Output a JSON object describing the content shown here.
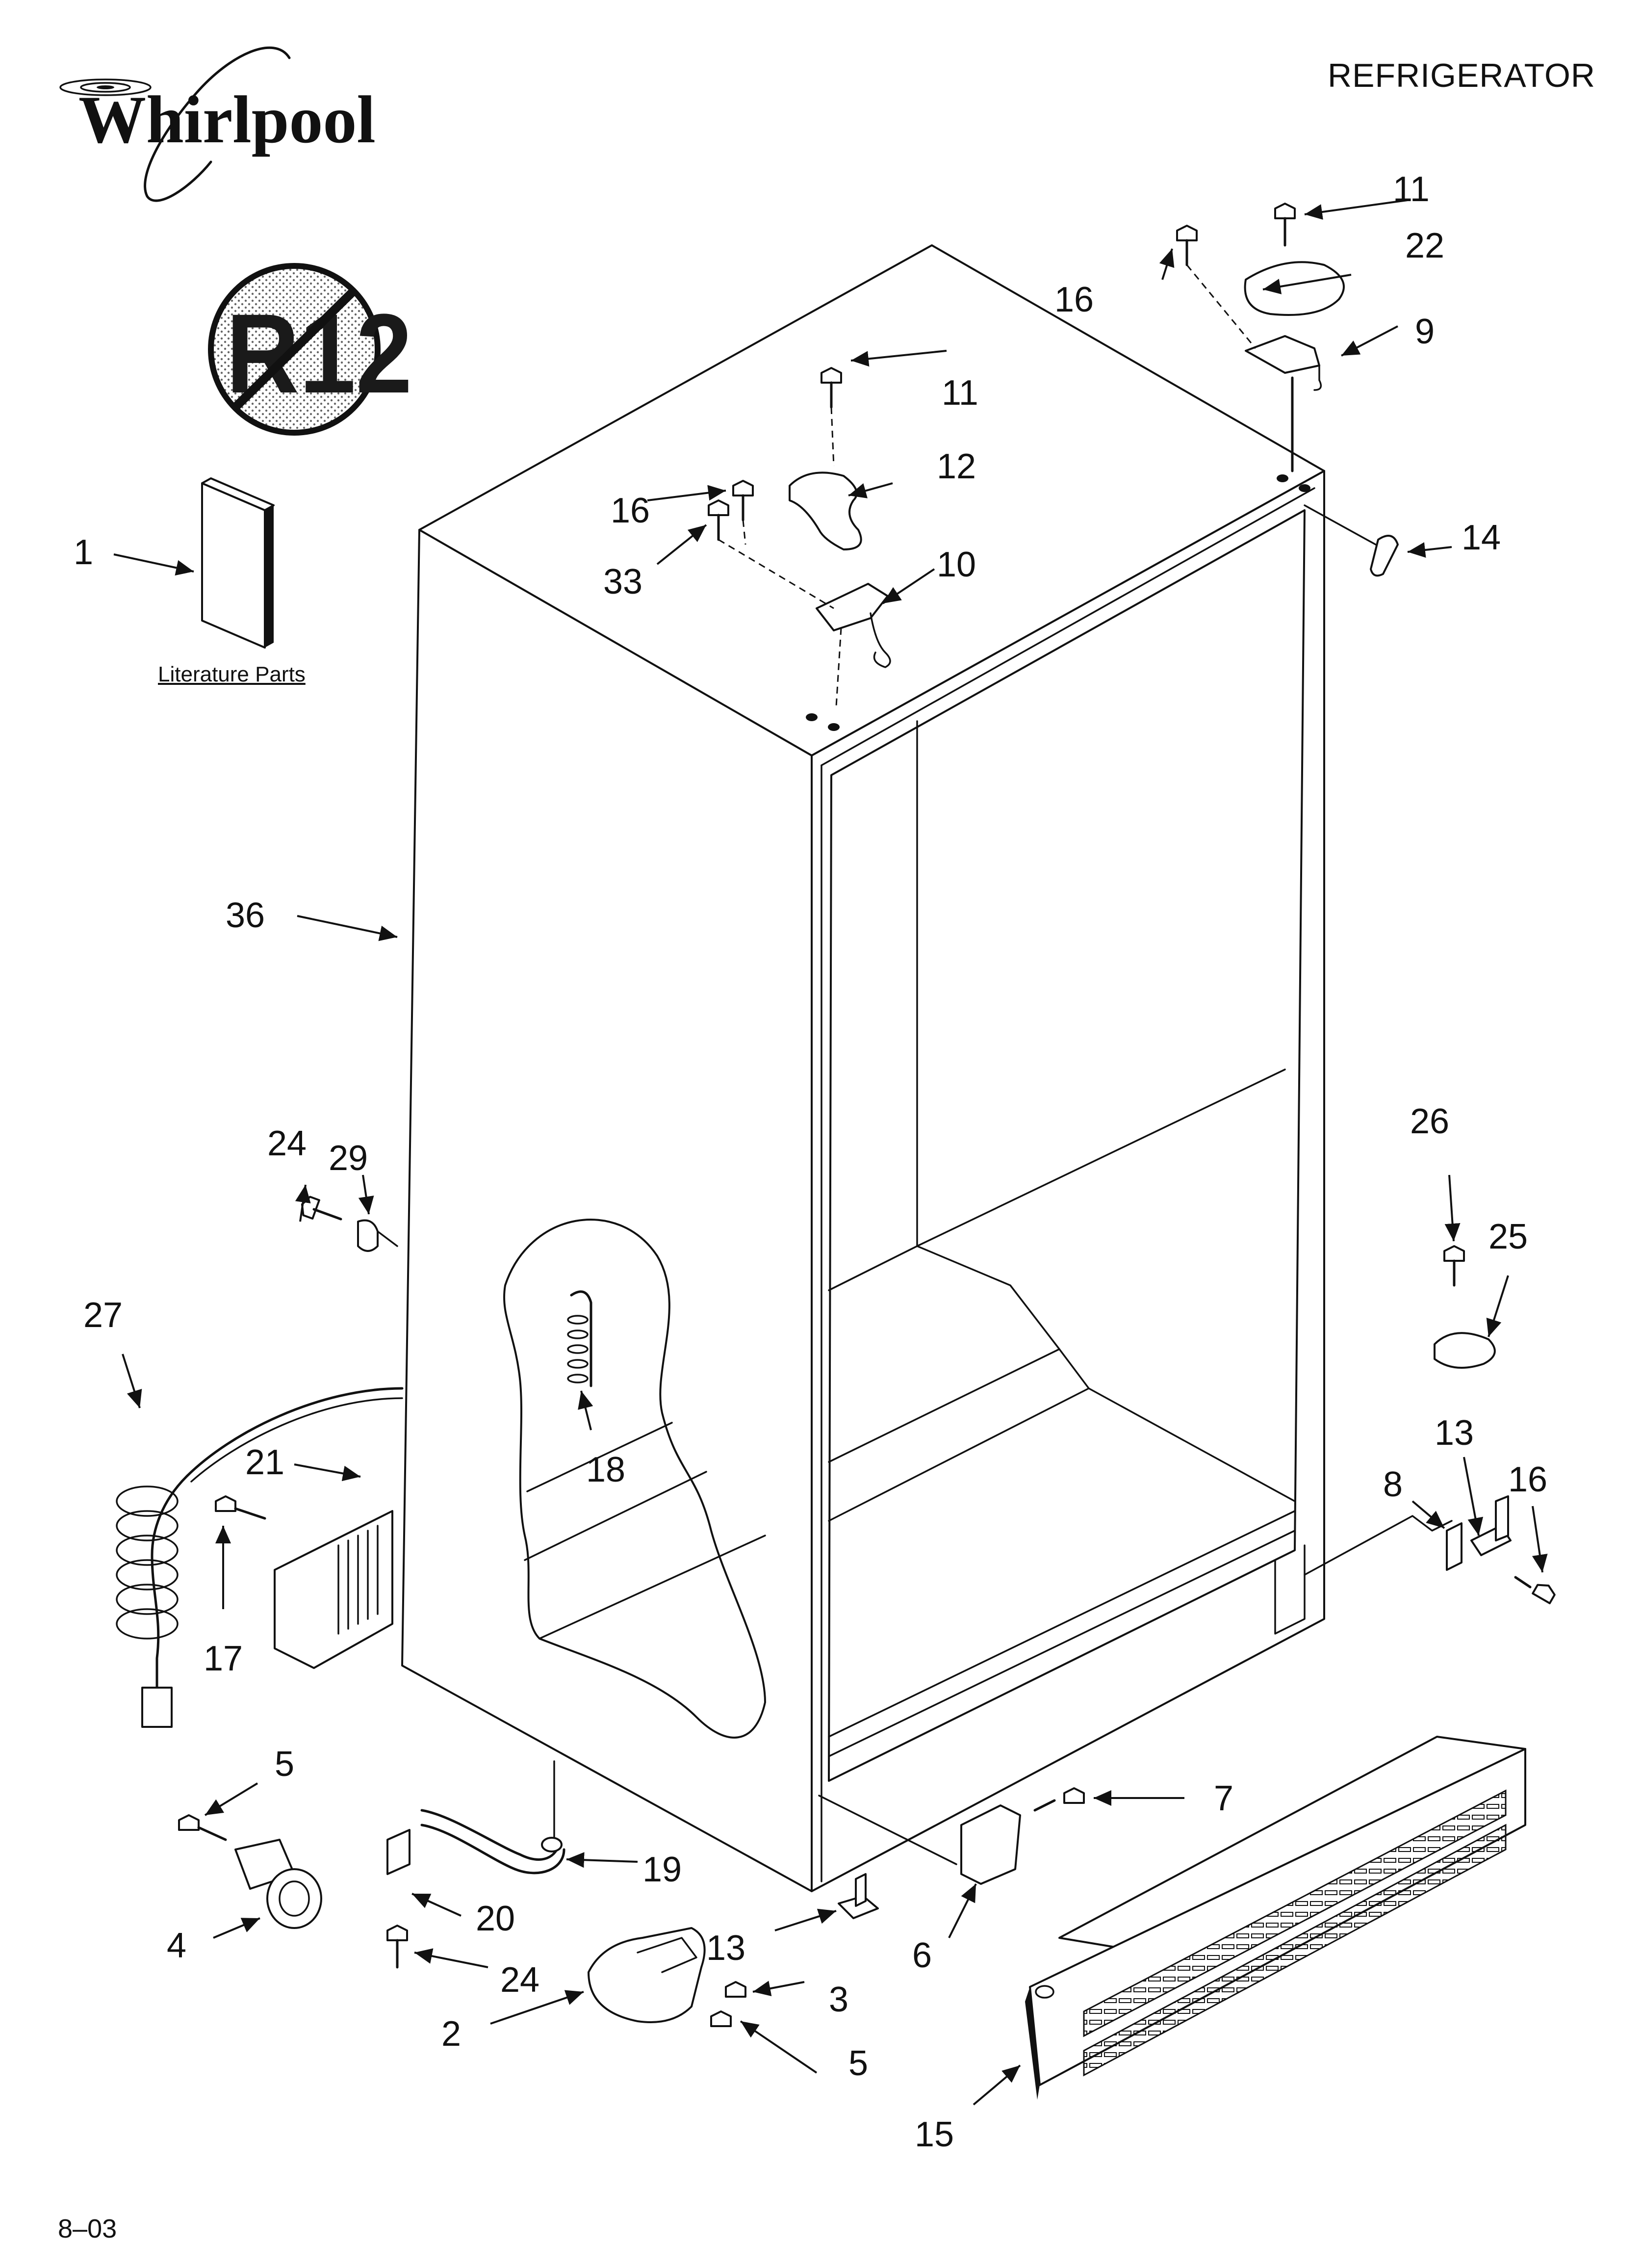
{
  "header": {
    "brand": "Whirlpool",
    "title": "REFRIGERATOR"
  },
  "badge": {
    "text": "R12",
    "icon": "no-r12-symbol-icon"
  },
  "literature": {
    "label": "Literature Parts"
  },
  "footer": {
    "code": "8–03"
  },
  "callouts": [
    {
      "id": "c1",
      "label": "1"
    },
    {
      "id": "c2",
      "label": "2"
    },
    {
      "id": "c3",
      "label": "3"
    },
    {
      "id": "c4",
      "label": "4"
    },
    {
      "id": "c5a",
      "label": "5"
    },
    {
      "id": "c5b",
      "label": "5"
    },
    {
      "id": "c6",
      "label": "6"
    },
    {
      "id": "c7",
      "label": "7"
    },
    {
      "id": "c8",
      "label": "8"
    },
    {
      "id": "c9",
      "label": "9"
    },
    {
      "id": "c10",
      "label": "10"
    },
    {
      "id": "c11a",
      "label": "11"
    },
    {
      "id": "c11b",
      "label": "11"
    },
    {
      "id": "c12",
      "label": "12"
    },
    {
      "id": "c13a",
      "label": "13"
    },
    {
      "id": "c13b",
      "label": "13"
    },
    {
      "id": "c14",
      "label": "14"
    },
    {
      "id": "c15",
      "label": "15"
    },
    {
      "id": "c16a",
      "label": "16"
    },
    {
      "id": "c16b",
      "label": "16"
    },
    {
      "id": "c16c",
      "label": "16"
    },
    {
      "id": "c17",
      "label": "17"
    },
    {
      "id": "c18",
      "label": "18"
    },
    {
      "id": "c19",
      "label": "19"
    },
    {
      "id": "c20",
      "label": "20"
    },
    {
      "id": "c21",
      "label": "21"
    },
    {
      "id": "c22",
      "label": "22"
    },
    {
      "id": "c24a",
      "label": "24"
    },
    {
      "id": "c24b",
      "label": "24"
    },
    {
      "id": "c25",
      "label": "25"
    },
    {
      "id": "c26",
      "label": "26"
    },
    {
      "id": "c27",
      "label": "27"
    },
    {
      "id": "c29",
      "label": "29"
    },
    {
      "id": "c33",
      "label": "33"
    },
    {
      "id": "c36",
      "label": "36"
    }
  ]
}
